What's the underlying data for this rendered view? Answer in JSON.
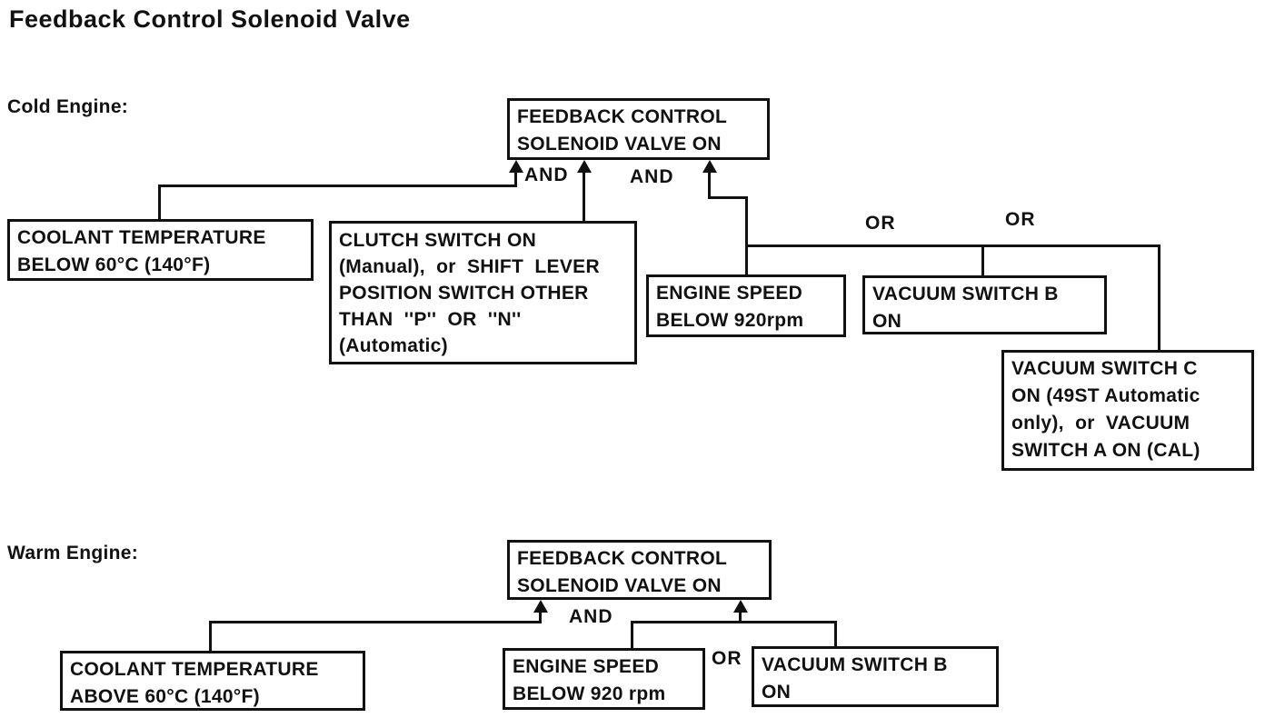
{
  "title": "Feedback Control Solenoid Valve",
  "sections": {
    "cold": {
      "label": "Cold Engine:",
      "result_box": "FEEDBACK CONTROL\nSOLENOID VALVE ON",
      "and1": "AND",
      "and2": "AND",
      "or1": "OR",
      "or2": "OR",
      "boxes": {
        "coolant": "COOLANT TEMPERATURE\nBELOW 60°C (140°F)",
        "clutch": "CLUTCH SWITCH ON\n(Manual),  or  SHIFT  LEVER\nPOSITION SWITCH OTHER\nTHAN  ''P''  OR  ''N''\n(Automatic)",
        "engine_speed": "ENGINE SPEED\nBELOW 920rpm",
        "vacuum_b": "VACUUM SWITCH B\nON",
        "vacuum_c": "VACUUM SWITCH C\nON (49ST Automatic\nonly),  or  VACUUM\nSWITCH A ON (CAL)"
      }
    },
    "warm": {
      "label": "Warm Engine:",
      "result_box": "FEEDBACK CONTROL\nSOLENOID VALVE ON",
      "and1": "AND",
      "or1": "OR",
      "boxes": {
        "coolant": "COOLANT TEMPERATURE\nABOVE 60°C (140°F)",
        "engine_speed": "ENGINE SPEED\nBELOW 920 rpm",
        "vacuum_b": "VACUUM SWITCH B\nON"
      }
    }
  },
  "colors": {
    "ink": "#111111",
    "paper": "#ffffff"
  }
}
